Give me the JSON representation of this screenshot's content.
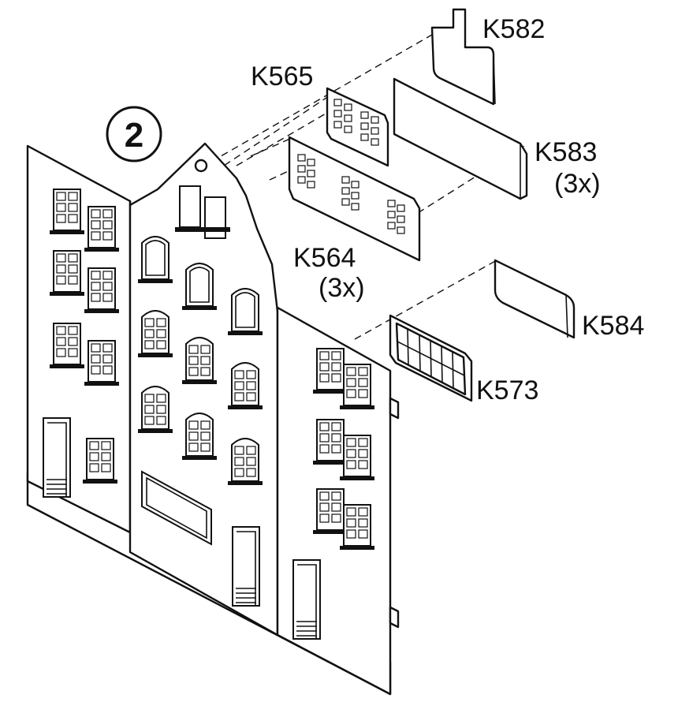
{
  "step": {
    "number": "2"
  },
  "parts": {
    "k582": {
      "code": "K582"
    },
    "k565": {
      "code": "K565"
    },
    "k583": {
      "code": "K583",
      "qty": "(3x)"
    },
    "k564": {
      "code": "K564",
      "qty": "(3x)"
    },
    "k584": {
      "code": "K584"
    },
    "k573": {
      "code": "K573"
    }
  },
  "colors": {
    "ink": "#111111",
    "paper": "#ffffff"
  }
}
